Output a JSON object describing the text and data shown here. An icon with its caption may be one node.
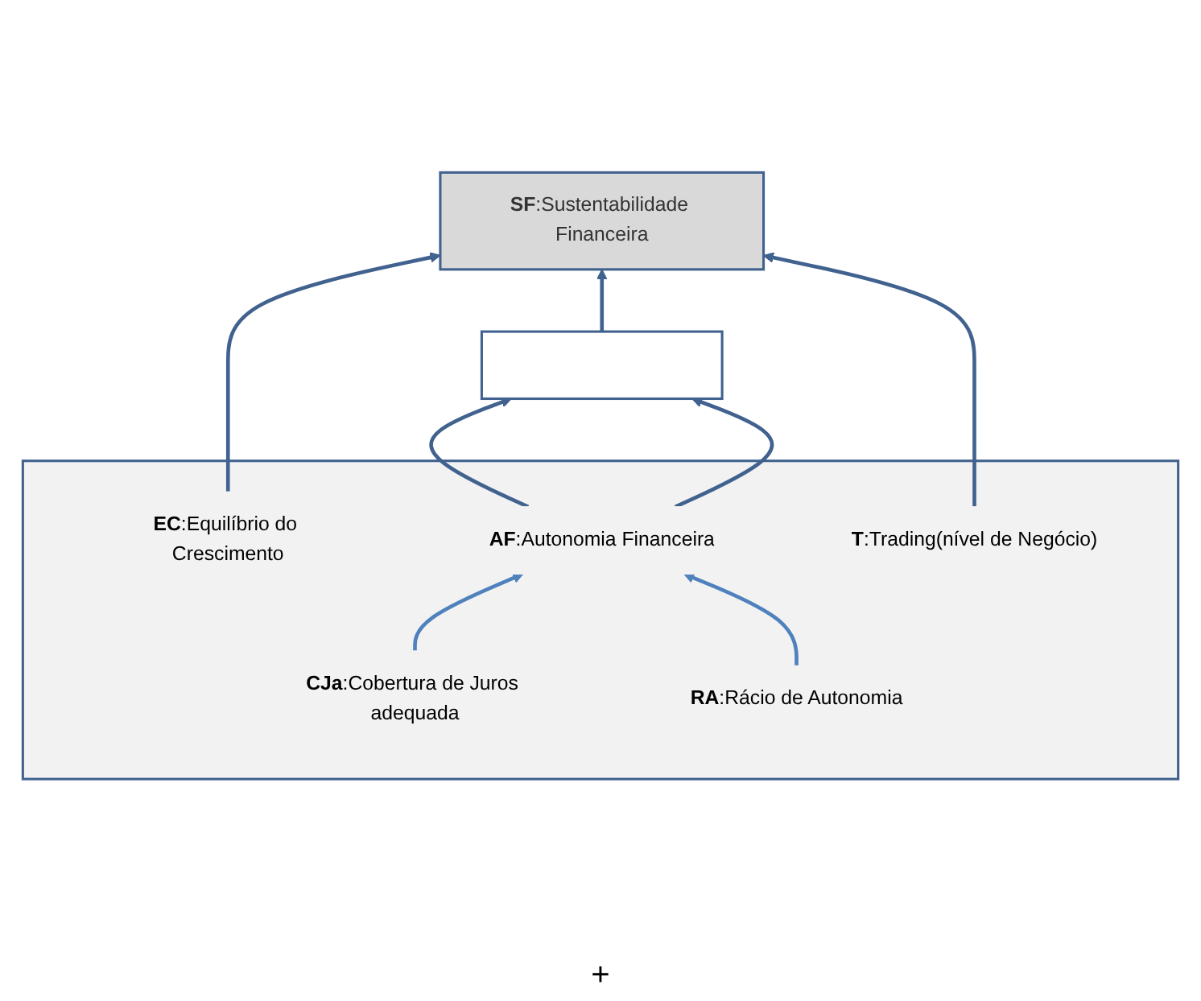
{
  "diagram": {
    "nodes": [
      {
        "text": [
          "**SF**:Sustentabilidade Financeira"
        ]
      },
      {
        "text": [],
        "shape": "box"
      },
      {
        "text": [
          "**EC**:Equilíbrio do Crescimento"
        ],
        "in": 1
      },
      {
        "text": [
          "**AF**:Autonomia Financeira"
        ],
        "in": 1
      },
      {
        "text": [
          "**T**:Trading(nível de Negócio)"
        ],
        "in": 1
      },
      {
        "text": [
          "**CJa**:Cobertura de Juros adequada"
        ],
        "in": 1
      },
      {
        "text": [
          "**RA**:Rácio de Autonomia"
        ],
        "in": 1
      },
      {
        "text": [],
        "shape": "bar"
      }
    ],
    "edges": [
      {
        "from": 2,
        "to": 0,
        "arrow": "to"
      },
      {
        "from": 7,
        "to": 0,
        "arrow": "to"
      },
      {
        "from": 4,
        "to": 0,
        "arrow": "to"
      },
      {
        "from": 3,
        "to": 7,
        "arrow": "to"
      },
      {
        "from": 3,
        "to": 7,
        "arrow": "to"
      },
      {
        "from": 5,
        "to": 3,
        "arrow": "to",
        "color": "#4f81bd"
      },
      {
        "from": 6,
        "to": 3,
        "arrow": "to",
        "color": "#4f81bd"
      }
    ],
    "labels": [
      "+"
    ]
  }
}
